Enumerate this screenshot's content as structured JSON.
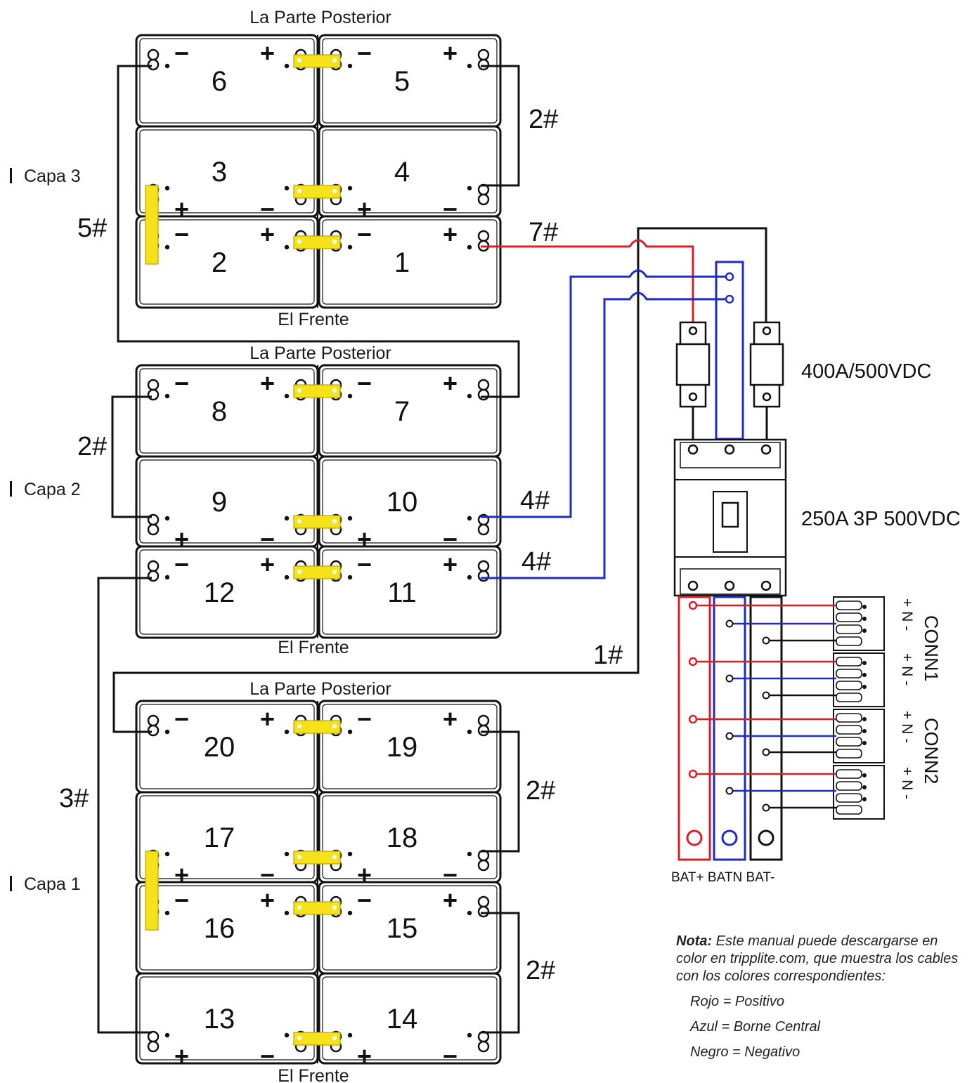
{
  "captions": {
    "back": "La Parte Posterior",
    "front": "El Frente"
  },
  "layers": {
    "layer3": "Capa 3",
    "layer2": "Capa 2",
    "layer1": "Capa 1"
  },
  "battery_numbers": {
    "b1": "1",
    "b2": "2",
    "b3": "3",
    "b4": "4",
    "b5": "5",
    "b6": "6",
    "b7": "7",
    "b8": "8",
    "b9": "9",
    "b10": "10",
    "b11": "11",
    "b12": "12",
    "b13": "13",
    "b14": "14",
    "b15": "15",
    "b16": "16",
    "b17": "17",
    "b18": "18",
    "b19": "19",
    "b20": "20"
  },
  "wire_labels": {
    "w1": "1#",
    "w2": "2#",
    "w3": "3#",
    "w4": "4#",
    "w5": "5#",
    "w7": "7#"
  },
  "components": {
    "fuse_rating": "400A/500VDC",
    "breaker_rating": "250A 3P 500VDC",
    "bus_labels": "BAT+ BATN BAT-",
    "conn1": "CONN1",
    "conn2": "CONN2",
    "pin_labels": "+ N -"
  },
  "note": {
    "title": "Nota:",
    "text": "Este manual puede descargarse en color en tripplite.com, que muestra los cables con los colores correspondientes:",
    "legend": [
      "Rojo = Positivo",
      "Azul = Borne Central",
      "Negro = Negativo"
    ]
  },
  "colors": {
    "positive": "#d81f26",
    "neutral": "#1f2bc2",
    "negative": "#111111",
    "link": "#f5e21b"
  }
}
